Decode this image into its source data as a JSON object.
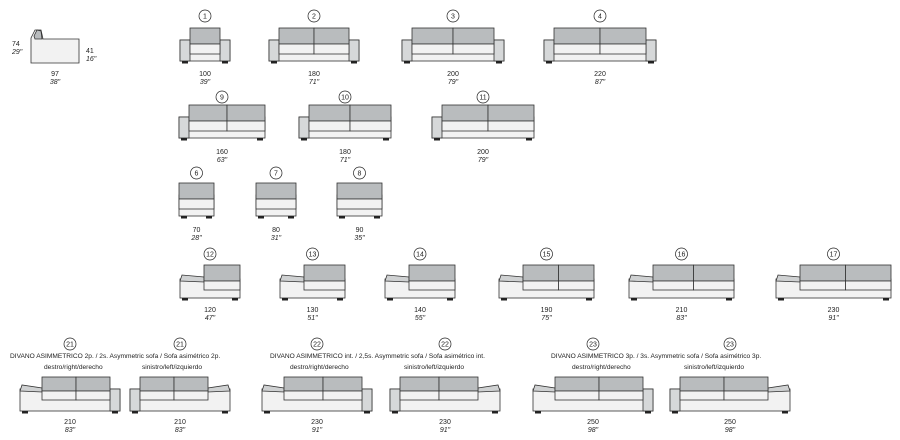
{
  "side_view": {
    "height_cm": "74",
    "height_in": "29\"",
    "seat_cm": "41",
    "seat_in": "16\"",
    "depth_cm": "97",
    "depth_in": "38\""
  },
  "modules": [
    {
      "type": "sofa",
      "num": "1",
      "cm": "100",
      "in": "39\"",
      "seats": 1,
      "arms": "both"
    },
    {
      "type": "sofa",
      "num": "2",
      "cm": "180",
      "in": "71\"",
      "seats": 2,
      "arms": "both"
    },
    {
      "type": "sofa",
      "num": "3",
      "cm": "200",
      "in": "79\"",
      "seats": 2,
      "arms": "both"
    },
    {
      "type": "sofa",
      "num": "4",
      "cm": "220",
      "in": "87\"",
      "seats": 2,
      "arms": "both"
    },
    {
      "type": "sofa",
      "num": "9",
      "cm": "160",
      "in": "63\"",
      "seats": 2,
      "arms": "left"
    },
    {
      "type": "sofa",
      "num": "10",
      "cm": "180",
      "in": "71\"",
      "seats": 2,
      "arms": "left"
    },
    {
      "type": "sofa",
      "num": "11",
      "cm": "200",
      "in": "79\"",
      "seats": 2,
      "arms": "left"
    },
    {
      "type": "sofa",
      "num": "6",
      "cm": "70",
      "in": "28\"",
      "seats": 1,
      "arms": "none"
    },
    {
      "type": "sofa",
      "num": "7",
      "cm": "80",
      "in": "31\"",
      "seats": 1,
      "arms": "none"
    },
    {
      "type": "sofa",
      "num": "8",
      "cm": "90",
      "in": "35\"",
      "seats": 1,
      "arms": "none"
    },
    {
      "type": "chaise",
      "num": "12",
      "cm": "120",
      "in": "47\"",
      "seats": 1
    },
    {
      "type": "chaise",
      "num": "13",
      "cm": "130",
      "in": "51\"",
      "seats": 1
    },
    {
      "type": "chaise",
      "num": "14",
      "cm": "140",
      "in": "55\"",
      "seats": 1
    },
    {
      "type": "chaise",
      "num": "15",
      "cm": "190",
      "in": "75\"",
      "seats": 2
    },
    {
      "type": "chaise",
      "num": "16",
      "cm": "210",
      "in": "83\"",
      "seats": 2
    },
    {
      "type": "chaise",
      "num": "17",
      "cm": "230",
      "in": "91\"",
      "seats": 2
    },
    {
      "type": "asym",
      "num": "21",
      "cm": "210",
      "in": "83\"",
      "side": "right"
    },
    {
      "type": "asym",
      "num": "21",
      "cm": "210",
      "in": "83\"",
      "side": "left"
    },
    {
      "type": "asym",
      "num": "22",
      "cm": "230",
      "in": "91\"",
      "side": "right"
    },
    {
      "type": "asym",
      "num": "22",
      "cm": "230",
      "in": "91\"",
      "side": "left"
    },
    {
      "type": "asym",
      "num": "23",
      "cm": "250",
      "in": "98\"",
      "side": "right"
    },
    {
      "type": "asym",
      "num": "23",
      "cm": "250",
      "in": "98\"",
      "side": "left"
    }
  ],
  "groups": [
    {
      "title": "DIVANO ASIMMETRICO 2p. / 2s. Asymmetric sofa / Sofa asimétrico 2p.",
      "right_label": "destro/right/derecho",
      "left_label": "sinistro/left/izquierdo"
    },
    {
      "title": "DIVANO ASIMMETRICO int. / 2,5s. Asymmetric sofa / Sofa asimétrico int.",
      "right_label": "destro/right/derecho",
      "left_label": "sinistro/left/izquierdo"
    },
    {
      "title": "DIVANO ASIMMETRICO 3p. / 3s. Asymmetric sofa / Sofa asimétrico 3p.",
      "right_label": "destro/right/derecho",
      "left_label": "sinistro/left/izquierdo"
    }
  ]
}
